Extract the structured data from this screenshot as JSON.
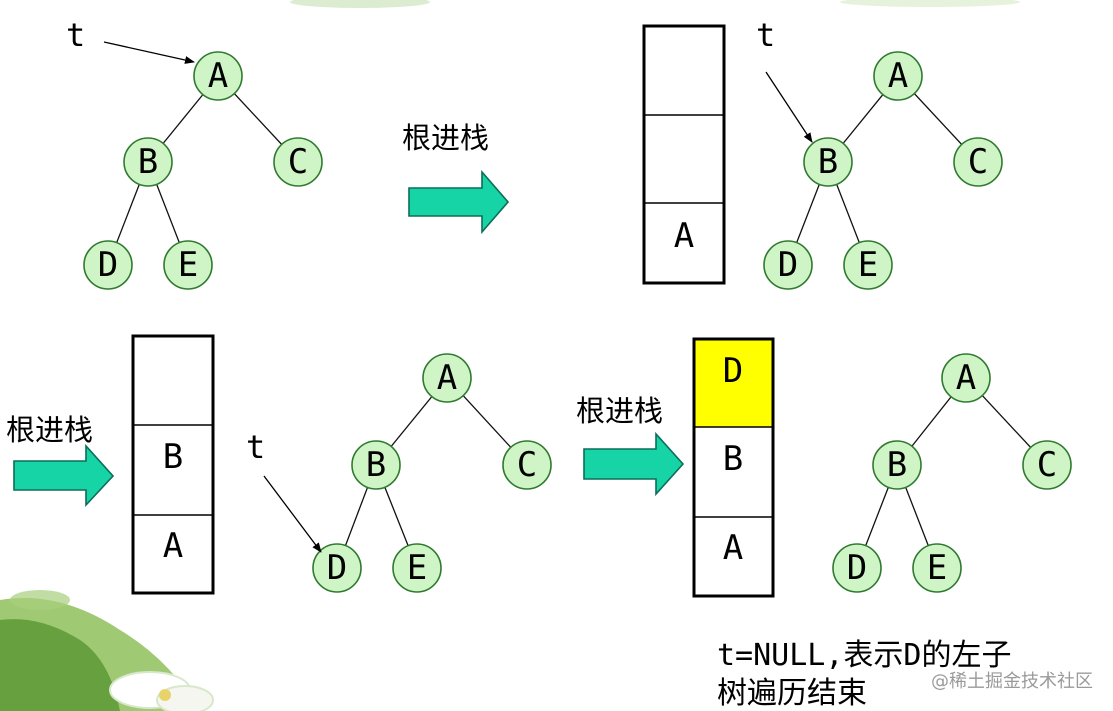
{
  "pointer_label": "t",
  "push_label": "根进栈",
  "node_labels": {
    "A": "A",
    "B": "B",
    "C": "C",
    "D": "D",
    "E": "E"
  },
  "stack_highlight_color": "#ffff00",
  "note": {
    "line1": "t=NULL,表示D的左子",
    "line2": "树遍历结束"
  },
  "watermark": "@稀土掘金技术社区",
  "colors": {
    "node_fill": "#cff5c6",
    "arrow_fill": "#17d4a6"
  }
}
